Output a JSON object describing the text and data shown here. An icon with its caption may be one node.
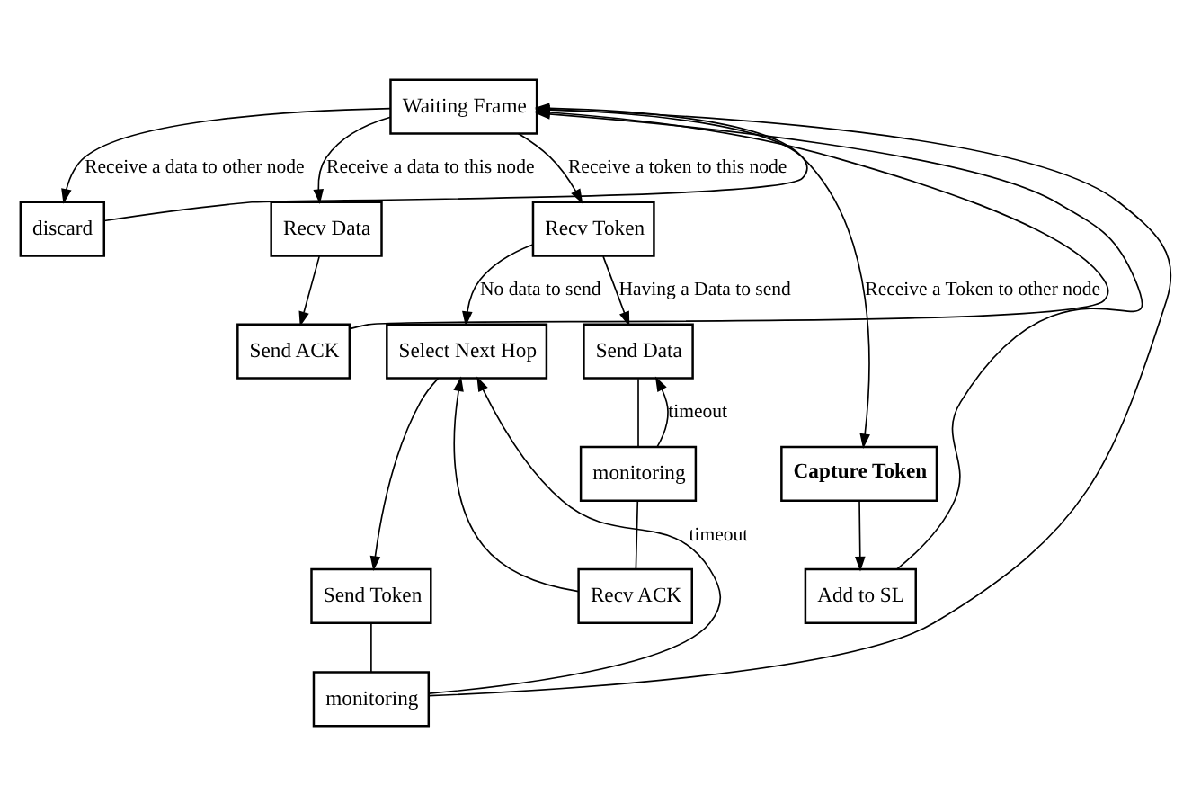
{
  "diagram": {
    "nodes": [
      {
        "text": [
          "Waiting Frame"
        ]
      },
      {
        "text": [
          "discard"
        ]
      },
      {
        "text": [
          "Recv Data"
        ]
      },
      {
        "text": [
          "Recv Token"
        ]
      },
      {
        "text": [
          "Send ACK"
        ]
      },
      {
        "text": [
          "Select Next Hop"
        ]
      },
      {
        "text": [
          "Send Data"
        ]
      },
      {
        "text": [
          "Capture Token"
        ]
      },
      {
        "text": [
          "monitoring"
        ]
      },
      {
        "text": [
          "Recv ACK"
        ]
      },
      {
        "text": [
          "Add to SL"
        ]
      },
      {
        "text": [
          "Send Token"
        ]
      },
      {
        "text": [
          "monitoring"
        ]
      }
    ],
    "edges": [
      {
        "from": 0,
        "to": 1,
        "arrow": "to",
        "label": "Receive a data to other node"
      },
      {
        "from": 0,
        "to": 2,
        "arrow": "to",
        "label": "Receive a data to this node"
      },
      {
        "from": 0,
        "to": 3,
        "arrow": "to",
        "label": "Receive a token to this node"
      },
      {
        "from": 0,
        "to": 7,
        "arrow": "to",
        "label": "Receive a Token to other node"
      },
      {
        "from": 2,
        "to": 4,
        "arrow": "to"
      },
      {
        "from": 3,
        "to": 5,
        "arrow": "to",
        "label": "No data to send"
      },
      {
        "from": 3,
        "to": 6,
        "arrow": "to",
        "label": "Having a Data to send"
      },
      {
        "from": 6,
        "to": 8,
        "arrow": "none"
      },
      {
        "from": 8,
        "to": 6,
        "arrow": "to",
        "label": "timeout"
      },
      {
        "from": 8,
        "to": 9,
        "arrow": "none"
      },
      {
        "from": 9,
        "to": 5,
        "arrow": "to"
      },
      {
        "from": 5,
        "to": 11,
        "arrow": "to"
      },
      {
        "from": 11,
        "to": 12,
        "arrow": "none"
      },
      {
        "from": 12,
        "to": 5,
        "arrow": "to",
        "label": "timeout"
      },
      {
        "from": 7,
        "to": 10,
        "arrow": "to"
      },
      {
        "from": 1,
        "to": 0,
        "arrow": "to"
      },
      {
        "from": 10,
        "to": 0,
        "arrow": "to"
      },
      {
        "from": 4,
        "to": 0,
        "arrow": "to"
      },
      {
        "from": 12,
        "to": 0,
        "arrow": "to"
      }
    ]
  }
}
